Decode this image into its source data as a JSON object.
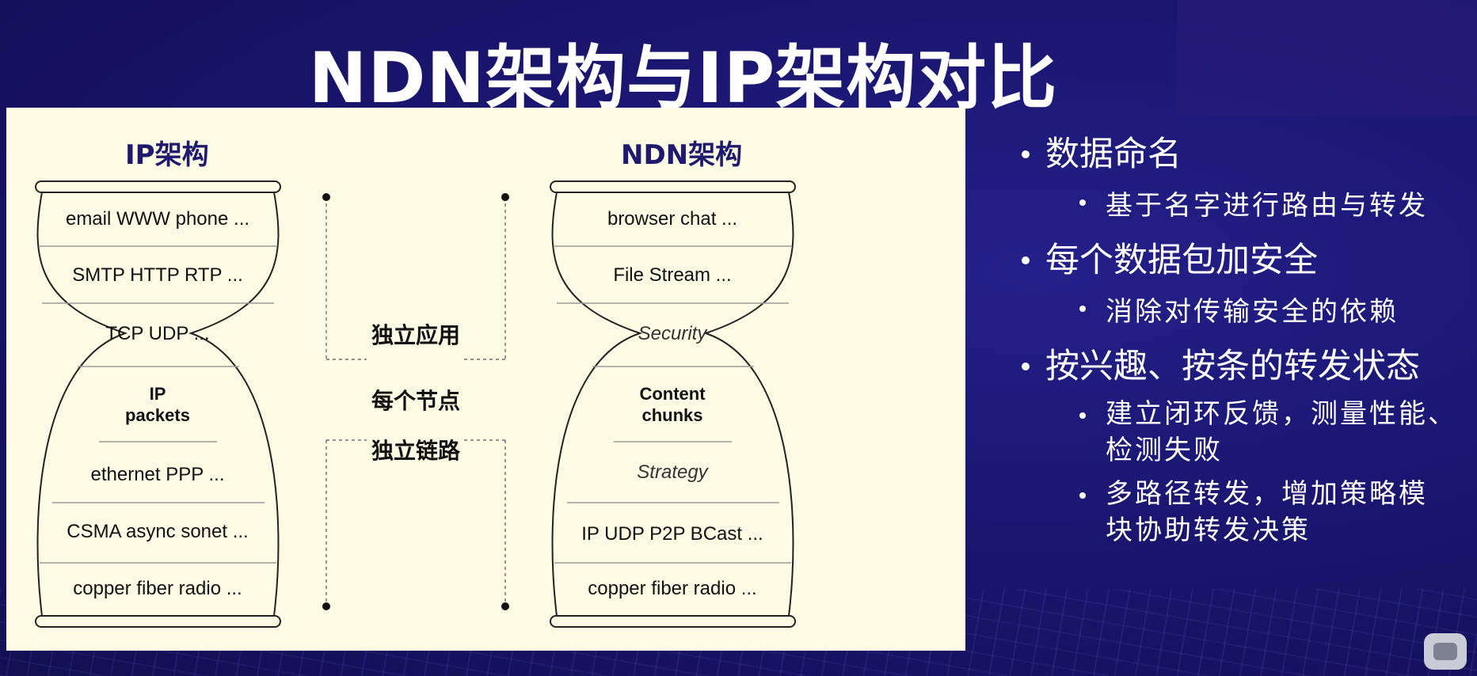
{
  "title": "NDN架构与IP架构对比",
  "ip": {
    "heading": "IP架构",
    "layers": [
      "email  WWW  phone ...",
      "SMTP  HTTP  RTP ...",
      "TCP  UDP  ...",
      "IP\npackets",
      "ethernet  PPP ...",
      "CSMA  async  sonet  ...",
      "copper  fiber  radio  ..."
    ]
  },
  "ndn": {
    "heading": "NDN架构",
    "layers": [
      "browser  chat  ...",
      "File  Stream  ...",
      "Security",
      "Content\nchunks",
      "Strategy",
      "IP  UDP  P2P  BCast  ...",
      "copper  fiber  radio  ..."
    ]
  },
  "middle": {
    "app": "独立应用",
    "node": "每个节点",
    "link": "独立链路"
  },
  "bullets": [
    {
      "text": "数据命名",
      "subs": [
        "基于名字进行路由与转发"
      ]
    },
    {
      "text": "每个数据包加安全",
      "subs": [
        "消除对传输安全的依赖"
      ]
    },
    {
      "text": "按兴趣、按条的转发状态",
      "subs": [
        "建立闭环反馈，测量性能、\n检测失败",
        "多路径转发，增加策略模\n块协助转发决策"
      ]
    }
  ],
  "colors": {
    "background": "#1a1670",
    "panel": "#fdfbe4",
    "heading": "#1f1a6e"
  }
}
